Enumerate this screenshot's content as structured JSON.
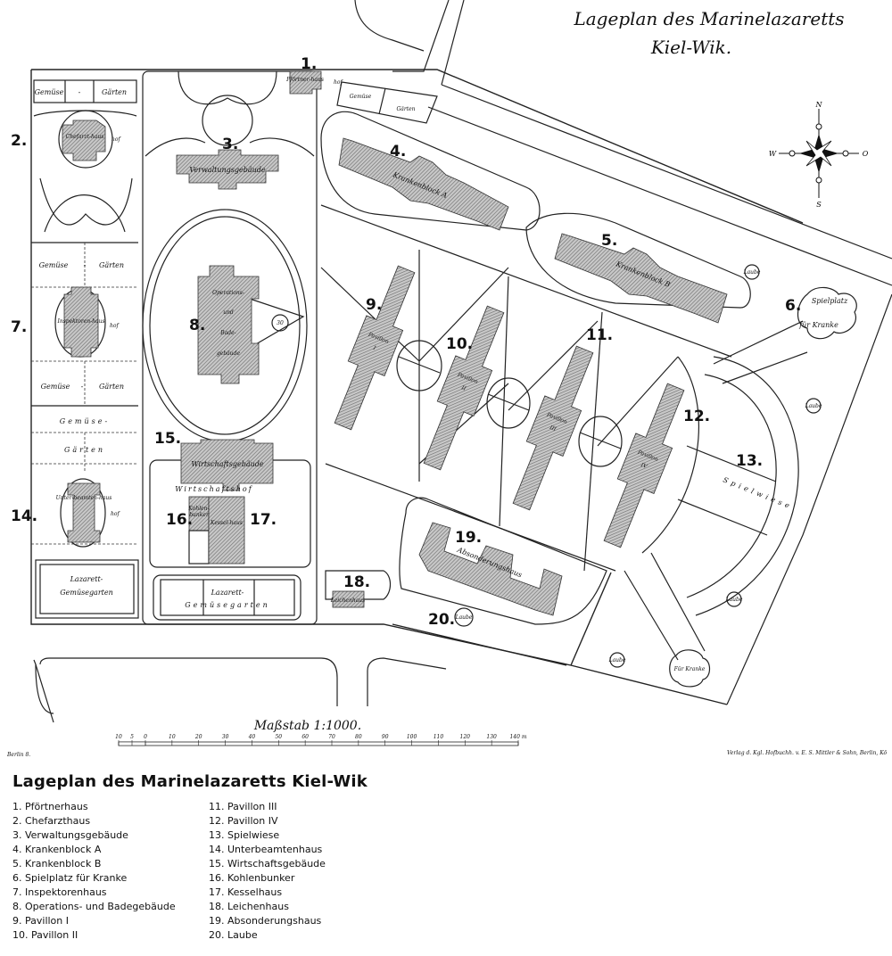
{
  "map": {
    "title_line1": "Lageplan des Marinelazaretts",
    "title_line2": "Kiel-Wik.",
    "scale_label": "Maßstab 1:1000.",
    "scale_ticks": [
      "10",
      "5",
      "0",
      "10",
      "20",
      "30",
      "40",
      "50",
      "60",
      "70",
      "80",
      "90",
      "100",
      "110",
      "120",
      "130",
      "140 m"
    ],
    "left_credit": "Berlin 8.",
    "publisher_credit": "Verlag d. Kgl. Hofbuchh. v. E. S. Mittler & Sohn, Berlin, Kö",
    "compass": {
      "n": "N",
      "s": "S",
      "w": "W",
      "e": "O"
    },
    "numbers": [
      "1.",
      "2.",
      "3.",
      "4.",
      "5.",
      "6.",
      "7.",
      "8.",
      "9.",
      "10.",
      "11.",
      "12.",
      "13.",
      "14.",
      "15.",
      "16.",
      "17.",
      "18.",
      "19.",
      "20."
    ],
    "plan_labels": {
      "pfoertnerhaus": "Pförtner-haus",
      "hof": "hof",
      "gemuese": "Gemüse",
      "gaerten": "Gärten",
      "gemuese_gaerten_dash": "-",
      "chefarzt": "Chefarzt-haus",
      "verwaltung": "Verwaltungsgebäude",
      "krankenblock_a": "Krankenblock A",
      "krankenblock_b": "Krankenblock B",
      "spielplatz": "Spielplatz",
      "fuer_kranke": "für Kranke",
      "laube": "Laube",
      "inspektoren": "Inspektoren-haus",
      "operations_1": "Operations-",
      "operations_2": "und",
      "operations_3": "Bade-",
      "operations_4": "gebäude",
      "pavillon": "Pavillon",
      "pav_i": "I",
      "pav_ii": "II",
      "pav_iii": "III",
      "pav_iv": "IV",
      "spielwiese": "Spielwiese",
      "gemuese_sp": "Gemüse-",
      "gaerten_sp": "Gärten",
      "wirtschaftsgebaeude": "Wirtschaftsgebäude",
      "wirtschaftshof": "Wirtschaftshof",
      "kohlen": "Kohlen-bunker",
      "kessel": "Kessel-haus",
      "unterbeamten": "Unter-beamten-haus",
      "lazarett": "Lazarett-",
      "gemuesegarten": "Gemüsegarten",
      "leichenhaus": "Leichenhaus",
      "absonderungshaus": "Absonderungshaus",
      "fuer_kranke_laube": "Für Kranke"
    }
  },
  "legend": {
    "title": "Lageplan des Marinelazaretts Kiel-Wik",
    "items": [
      "1. Pförtnerhaus",
      "2. Chefarzthaus",
      "3. Verwaltungsgebäude",
      "4. Krankenblock A",
      "5. Krankenblock B",
      "6. Spielplatz für Kranke",
      "7. Inspektorenhaus",
      "8. Operations- und Badegebäude",
      "9. Pavillon I",
      "10. Pavillon II",
      "11. Pavillon III",
      "12. Pavillon IV",
      "13. Spielwiese",
      "14. Unterbeamtenhaus",
      "15. Wirtschaftsgebäude",
      "16. Kohlenbunker",
      "17. Kesselhaus",
      "18. Leichenhaus",
      "19. Absonderungshaus",
      "20. Laube"
    ]
  },
  "colors": {
    "ink": "#222222",
    "hatch": "#9a9a9a",
    "paper": "#ffffff"
  }
}
